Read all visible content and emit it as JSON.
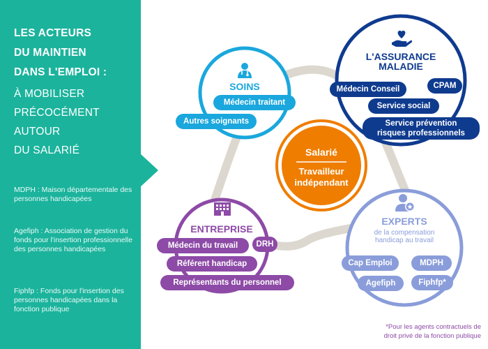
{
  "panel": {
    "title_lines": [
      "LES ACTEURS",
      "DU MAINTIEN",
      "DANS L'EMPLOI :"
    ],
    "subtitle_lines": [
      "À MOBILISER",
      "PRÉCOCÉMENT",
      "AUTOUR",
      "DU SALARIÉ"
    ],
    "definitions": [
      "MDPH :  Maison départementale des personnes handicapées",
      "Agefiph : Association de gestion du fonds pour l'insertion professionnelle des personnes handicapées",
      "Fiphfp : Fonds pour l'insertion des personnes handicapées dans la fonction publique"
    ]
  },
  "center": {
    "title": "Salarié",
    "subtitle_lines": [
      "Travailleur",
      "indépendant"
    ]
  },
  "soins": {
    "title": "SOINS",
    "items": [
      "Médecin traitant",
      "Autres soignants"
    ]
  },
  "assurance": {
    "title_lines": [
      "L'ASSURANCE",
      "MALADIE"
    ],
    "items": [
      "Médecin Conseil",
      "CPAM",
      "Service social"
    ],
    "prevention_lines": [
      "Service prévention",
      "risques professionnels"
    ]
  },
  "entreprise": {
    "title": "ENTREPRISE",
    "items": [
      "Médecin du travail",
      "DRH",
      "Référent handicap",
      "Représentants du personnel"
    ]
  },
  "experts": {
    "title": "EXPERTS",
    "subtitle_lines": [
      "de la compensation",
      "handicap au travail"
    ],
    "items": [
      "Cap Emploi",
      "MDPH",
      "Agefiph",
      "Fiphfp*"
    ]
  },
  "footnote_lines": [
    "*Pour les agents contractuels de",
    "droit privé de la fonction publique"
  ],
  "colors": {
    "panel": "#1bb39c",
    "soins": "#1aa7dd",
    "assurance": "#0f3b8f",
    "entreprise": "#8d4aa6",
    "experts": "#8a9dda",
    "center": "#ef7d00",
    "ring": "#dcd8cf"
  },
  "icons": {
    "soins": "doctor-icon",
    "assurance": "hand-heart-icon",
    "entreprise": "building-icon",
    "experts": "person-star-icon"
  }
}
